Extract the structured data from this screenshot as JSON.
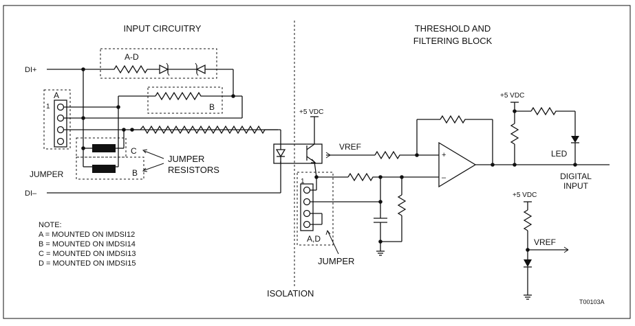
{
  "labels": {
    "input_circuitry": "INPUT CIRCUITRY",
    "threshold_line1": "THRESHOLD AND",
    "threshold_line2": "FILTERING BLOCK",
    "di_plus": "DI+",
    "di_minus": "DI–",
    "a_d": "A-D",
    "jumper_a": "A",
    "pin1": "1",
    "jumper_left": "JUMPER",
    "res_b_top": "B",
    "res_c": "C",
    "res_b_bottom": "B",
    "jumper_resistors_1": "JUMPER",
    "jumper_resistors_2": "RESISTORS",
    "vdc_iso": "+5 VDC",
    "vref_in": "VREF",
    "jumper_ad_pin1": "1",
    "jumper_ad": "A,D",
    "jumper_right": "JUMPER",
    "isolation": "ISOLATION",
    "vdc_led": "+5 VDC",
    "led": "LED",
    "digital_1": "DIGITAL",
    "digital_2": "INPUT",
    "vdc_vref": "+5 VDC",
    "vref_out": "VREF",
    "plus": "+",
    "minus": "–",
    "figure_id": "T00103A"
  },
  "notes": {
    "title": "NOTE:",
    "lines": [
      "A = MOUNTED ON IMDSI12",
      "B = MOUNTED ON IMDSI14",
      "C = MOUNTED ON IMDSI13",
      "D = MOUNTED ON IMDSI15"
    ]
  }
}
